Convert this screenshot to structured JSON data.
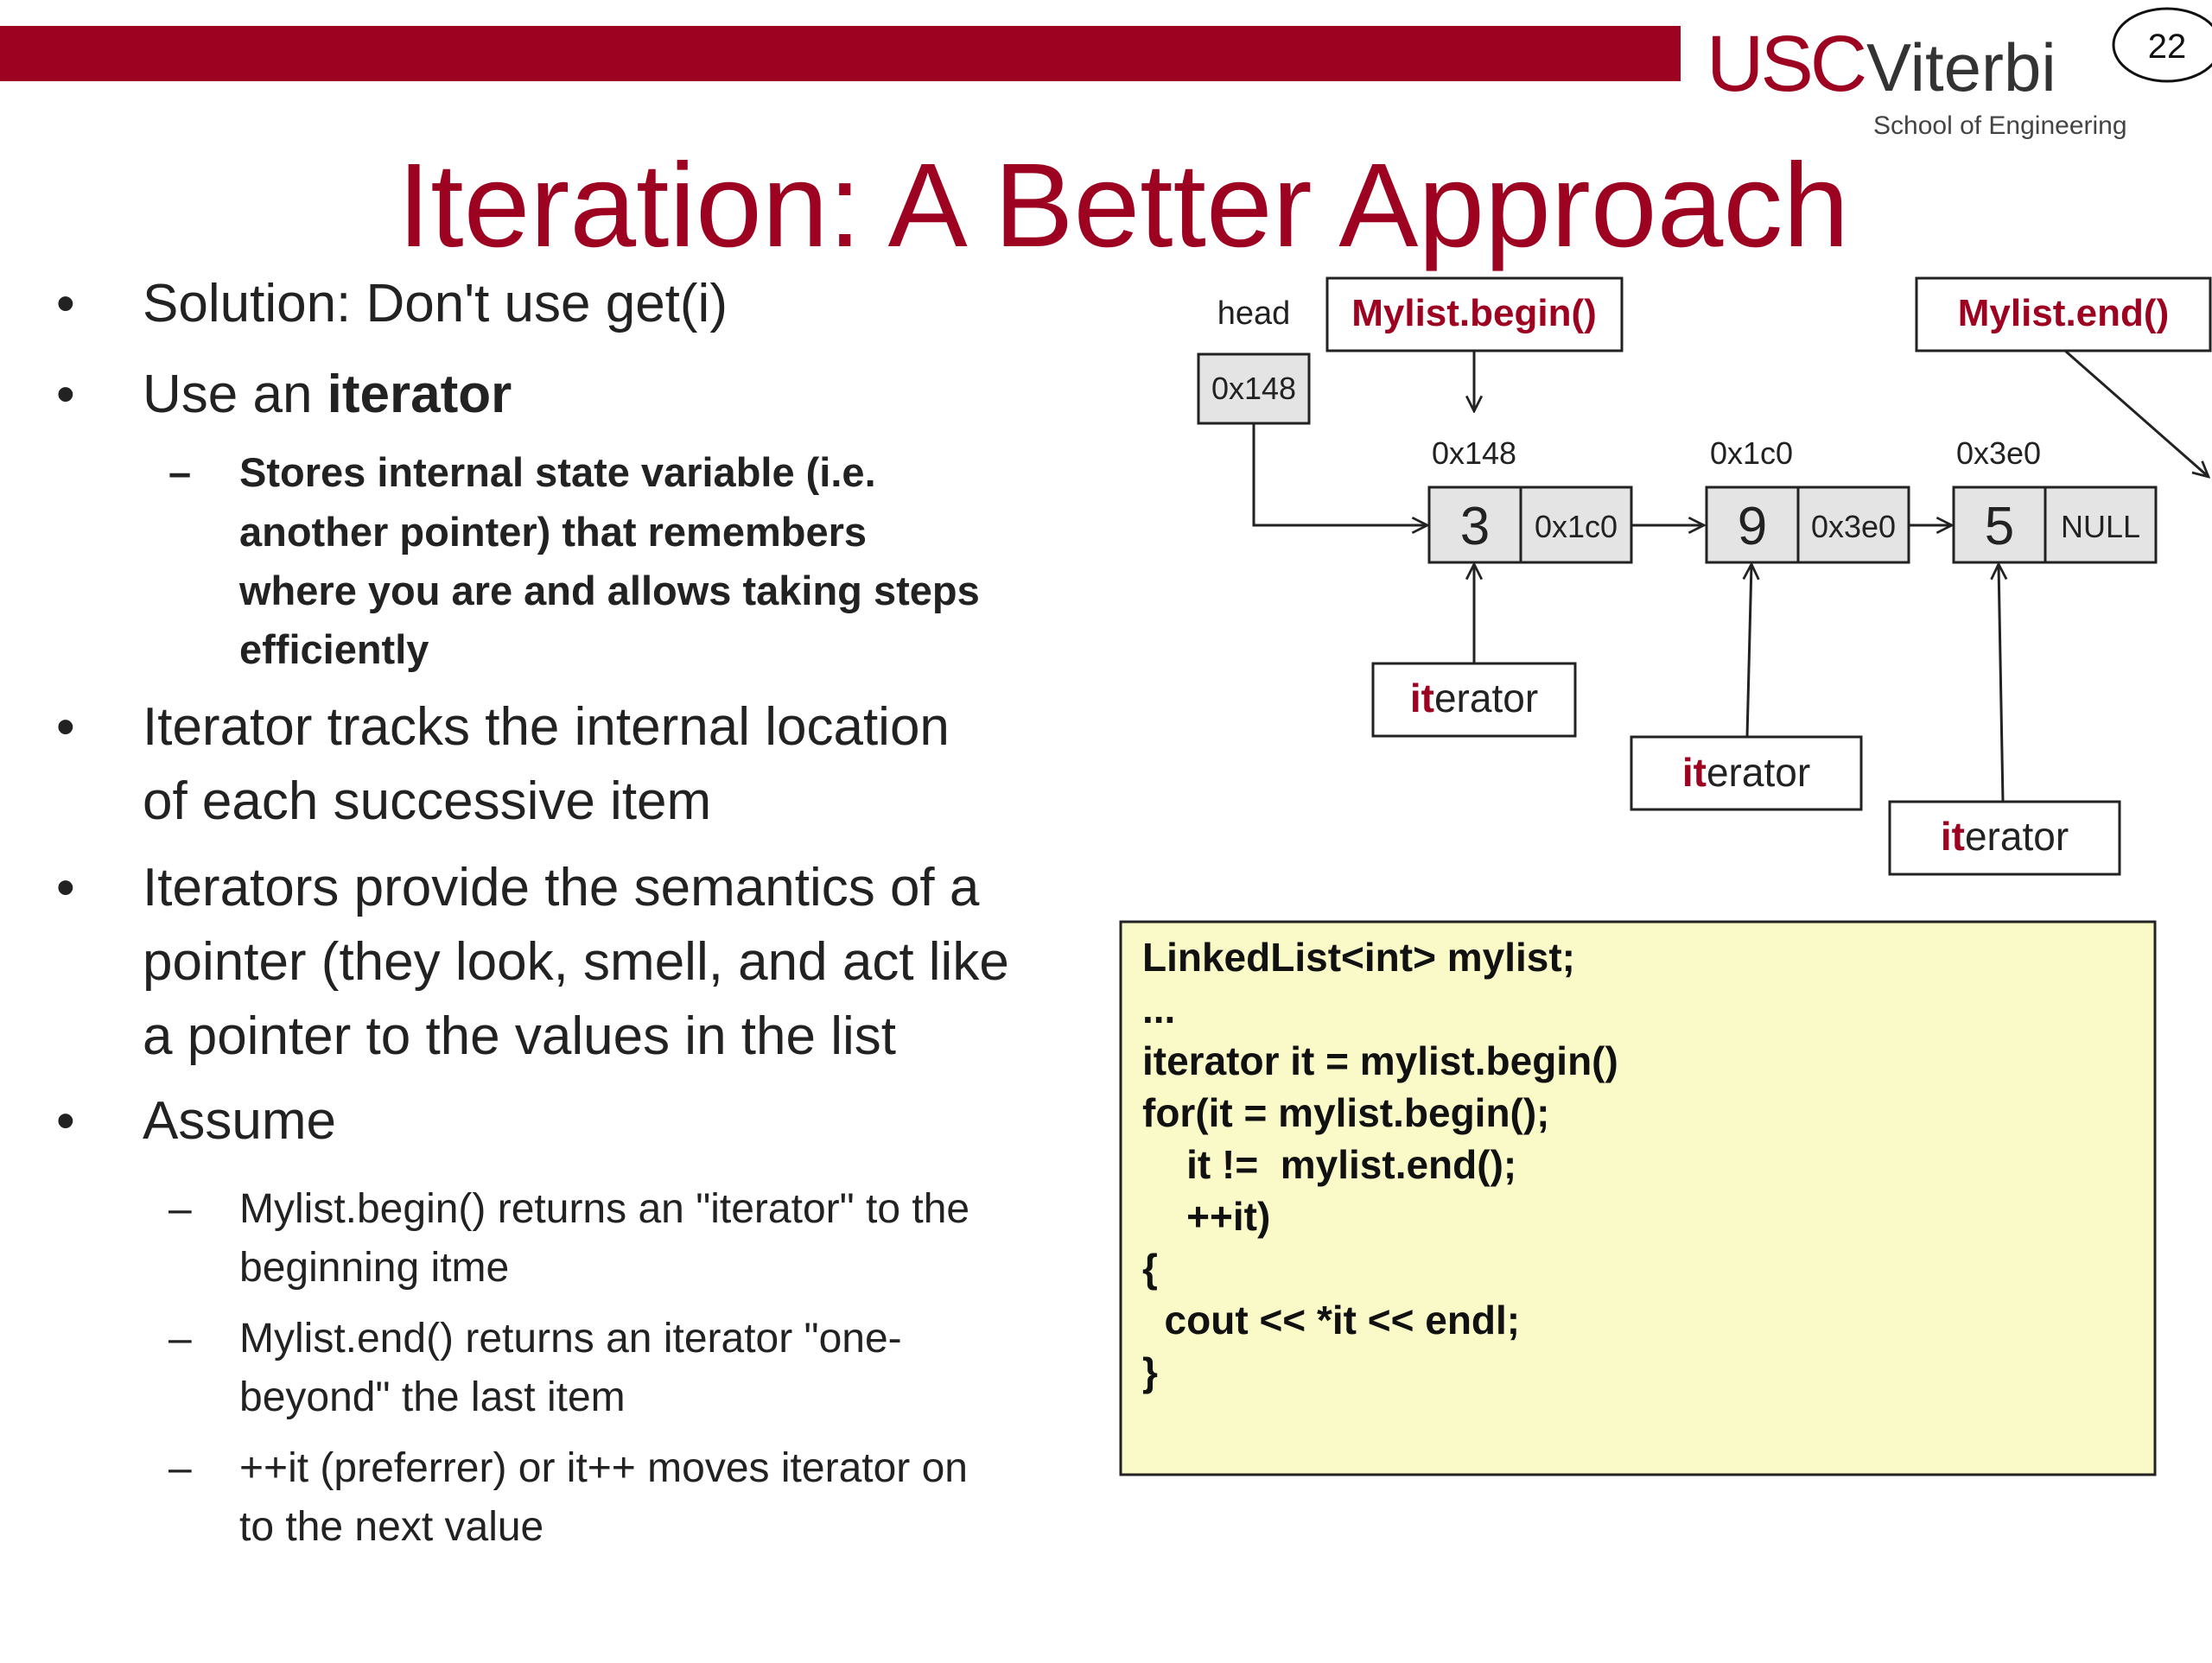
{
  "header": {
    "page_number": "22",
    "logo_usc": "USC",
    "logo_viterbi": "Viterbi",
    "logo_school": "School of Engineering",
    "title": "Iteration: A Better Approach",
    "accent_color": "#9d0220"
  },
  "bullets": {
    "b1": "Solution: Don't use get(i)",
    "b2_prefix": "Use an ",
    "b2_bold": "iterator",
    "b2_sub": [
      "Stores internal state variable (i.e.",
      "another  pointer) that remembers",
      "where you are and allows taking steps",
      "efficiently"
    ],
    "b3": [
      "Iterator tracks the internal location",
      "of each successive item"
    ],
    "b4": [
      "Iterators provide the semantics of a",
      "pointer (they look, smell, and act like",
      "a pointer to the values in the list"
    ],
    "b5": "Assume",
    "b5_sub1": [
      "Mylist.begin() returns an \"iterator\" to the",
      "beginning itme"
    ],
    "b5_sub2": [
      "Mylist.end() returns an iterator \"one-",
      "beyond\" the last item"
    ],
    "b5_sub3": [
      "++it (preferrer) or it++ moves iterator on",
      "to the next value"
    ],
    "bullet_glyph": "•",
    "dash_glyph": "–"
  },
  "diagram": {
    "head_label": "head",
    "head_value": "0x148",
    "begin_label": "Mylist.begin()",
    "end_label": "Mylist.end()",
    "nodes": [
      {
        "address": "0x148",
        "value": "3",
        "next": "0x1c0"
      },
      {
        "address": "0x1c0",
        "value": "9",
        "next": "0x3e0"
      },
      {
        "address": "0x3e0",
        "value": "5",
        "next": "NULL"
      }
    ],
    "iterator_prefix": "it",
    "iterator_suffix": "erator"
  },
  "code": {
    "lines": [
      "LinkedList<int> mylist;",
      "...",
      "iterator it = mylist.begin()",
      "for(it = mylist.begin();",
      "    it !=  mylist.end();",
      "    ++it)",
      "{",
      "  cout << *it << endl;",
      "}"
    ],
    "background": "#fafac8"
  }
}
